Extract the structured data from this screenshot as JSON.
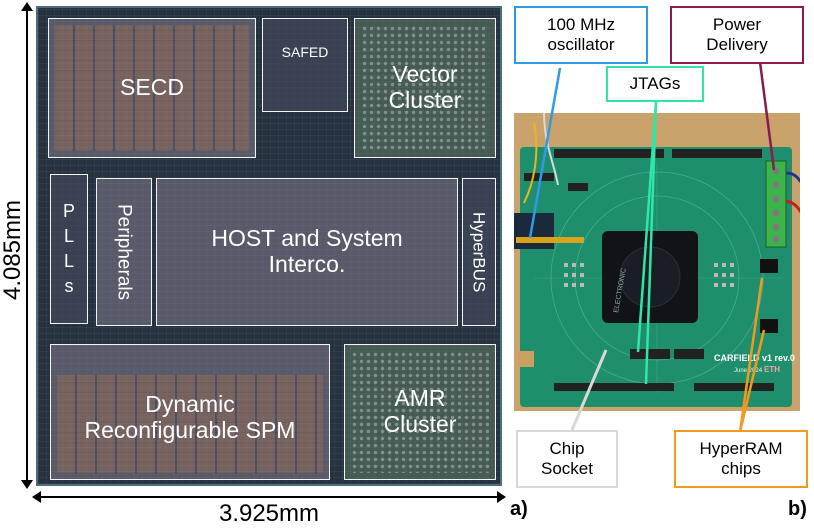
{
  "die": {
    "blocks": {
      "secd": "SECD",
      "safed": "SAFED",
      "vector_cluster": [
        "Vector",
        "Cluster"
      ],
      "plls": [
        "P",
        "L",
        "L",
        "s"
      ],
      "peripherals": "Peripherals",
      "host": [
        "HOST and System",
        "Interco."
      ],
      "hyperbus": "HyperBUS",
      "dynamic_spm": [
        "Dynamic",
        "Reconfigurable SPM"
      ],
      "amr_cluster": [
        "AMR",
        "Cluster"
      ]
    },
    "dimensions": {
      "height": "4.085mm",
      "width": "3.925mm"
    }
  },
  "board": {
    "callouts": {
      "oscillator": [
        "100 MHz",
        "oscillator"
      ],
      "jtags": "JTAGs",
      "power": [
        "Power",
        "Delivery"
      ],
      "chip_socket": [
        "Chip",
        "Socket"
      ],
      "hyperram": [
        "HyperRAM",
        "chips"
      ]
    },
    "board_text": {
      "title": "CARFIELD v1 rev.0",
      "date": "June 2024",
      "logo": "ETH",
      "socket_brand": "ELECTRONIC"
    },
    "colors": {
      "oscillator": "#2f9be8",
      "jtags": "#2ee6a8",
      "power": "#8b1a4e",
      "chip_socket": "#d8d8d8",
      "hyperram": "#f29a1e"
    }
  },
  "panels": {
    "a": "a)",
    "b": "b)"
  }
}
